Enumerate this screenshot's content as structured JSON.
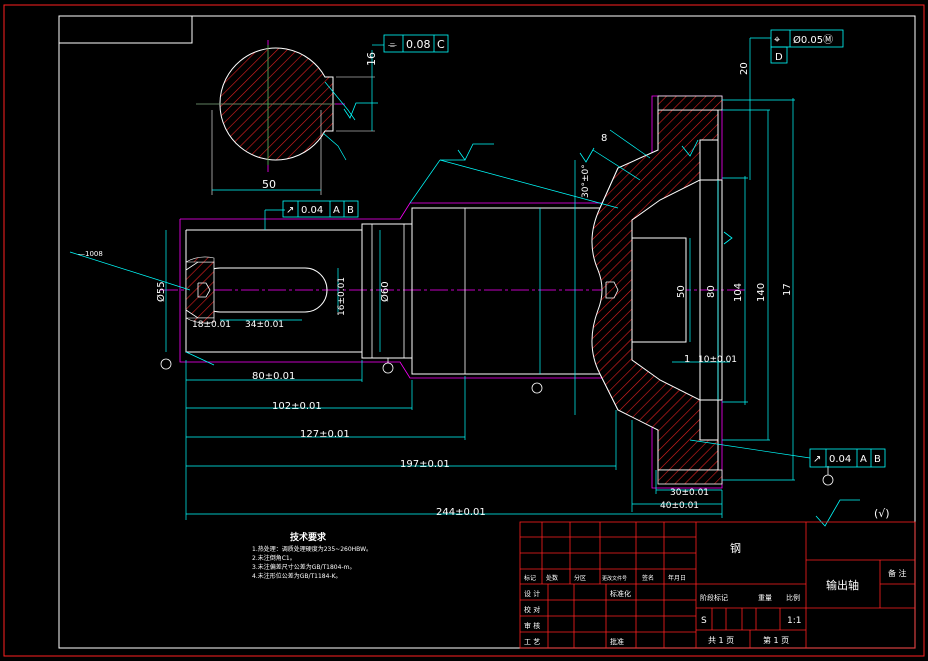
{
  "colors": {
    "background": "#000000",
    "outline": "#ffffff",
    "dimension": "#00ffff",
    "center": "#ff00ff",
    "hatch": "#ff2222",
    "border": "#ff0000",
    "title_block": "#ff0000"
  },
  "tolerance_frames": {
    "section_flatness": [
      "⌯",
      "0.08",
      "C"
    ],
    "position": [
      "⌖",
      "Ø0.05Ⓜ",
      "D"
    ],
    "runout_top": [
      "↗",
      "0.04",
      "A",
      "B"
    ],
    "runout_right": [
      "↗",
      "0.04",
      "A",
      "B"
    ]
  },
  "dimensions": {
    "section_width": "50",
    "section_keyway": "16",
    "chamfer_top": "8",
    "gear_top": "20",
    "angle": "30°±0°",
    "dia_55": "Ø55",
    "dia_60": "Ø60",
    "keyway_depth": "16±0.01",
    "keyway_start": "18±0.01",
    "keyway_length": "34±0.01",
    "len_80": "80±0.01",
    "len_102": "102±0.01",
    "len_127": "127±0.01",
    "len_197": "197±0.01",
    "len_244": "244±0.01",
    "gear_50": "50",
    "gear_80": "80",
    "gear_104": "104",
    "gear_140": "140",
    "gear_17": "17",
    "gear_1": "1",
    "gear_10": "10±0.01",
    "hub_30": "30±0.01",
    "hub_40": "40±0.01",
    "surface_label": "(√)",
    "leader_note": "—1008"
  },
  "tech_requirements": {
    "title": "技术要求",
    "items": [
      "1.热处理：调质处理硬度为235~260HBW。",
      "2.未注倒角C1。",
      "3.未注偏差尺寸公差为GB/T1804-m。",
      "4.未注形位公差为GB/T1184-K。"
    ]
  },
  "title_block": {
    "material": "钢",
    "part_name": "输出轴",
    "code_cell": "备 注",
    "rev_headers": [
      "标记",
      "处数",
      "分区",
      "更改文件号",
      "签名",
      "年月日"
    ],
    "left_rows": [
      "设 计",
      "校 对",
      "审 核",
      "工 艺"
    ],
    "std_label": "标准化",
    "approve_label": "批准",
    "stage_headers": [
      "阶段标记",
      "重量",
      "比例"
    ],
    "stage_mark": "S",
    "scale": "1:1",
    "sheets_total": "共 1 页",
    "sheet_no": "第 1 页"
  }
}
